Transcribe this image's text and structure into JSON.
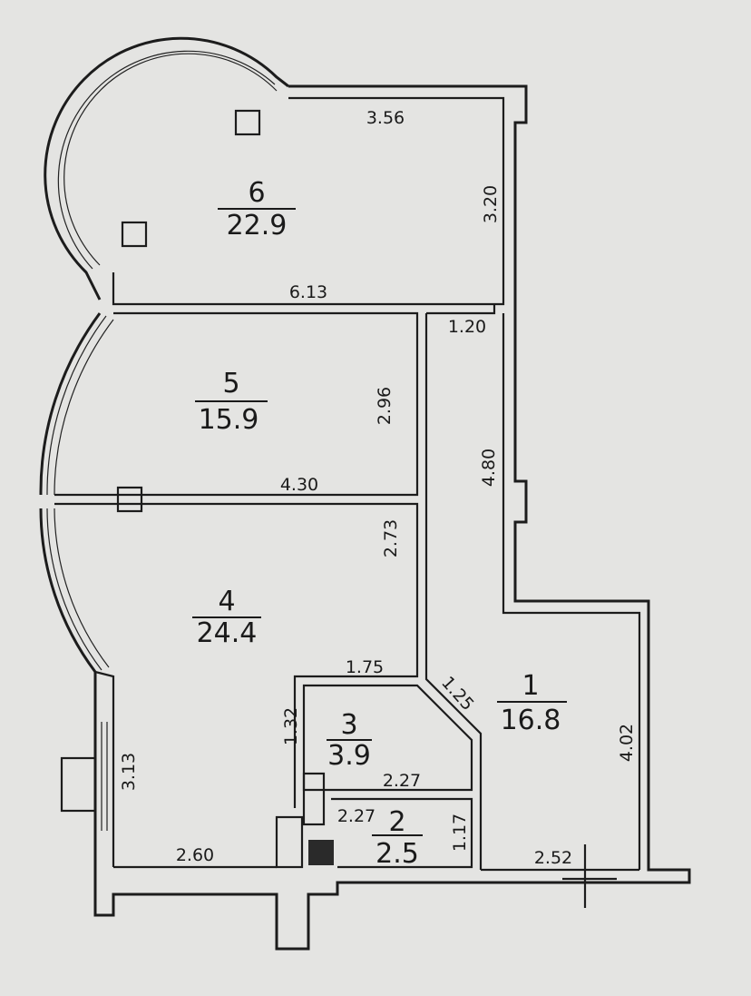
{
  "rooms": [
    {
      "number": "6",
      "area": "22.9"
    },
    {
      "number": "5",
      "area": "15.9"
    },
    {
      "number": "4",
      "area": "24.4"
    },
    {
      "number": "3",
      "area": "3.9"
    },
    {
      "number": "2",
      "area": "2.5"
    },
    {
      "number": "1",
      "area": "16.8"
    }
  ],
  "dimensions": {
    "r6_top": "3.56",
    "r6_right": "3.20",
    "r6_bottom": "6.13",
    "r1_top": "1.20",
    "r5_right": "2.96",
    "r1_side": "4.80",
    "r5_bottom": "4.30",
    "r4_right": "2.73",
    "r3_top": "1.75",
    "r3_diag": "1.25",
    "r3_left": "1.32",
    "r3_bottom": "2.27",
    "r4_left": "3.13",
    "r2_top": "2.27",
    "r2_right": "1.17",
    "r4_bottom": "2.60",
    "r1_bottom": "2.52",
    "r1_right": "4.02"
  }
}
